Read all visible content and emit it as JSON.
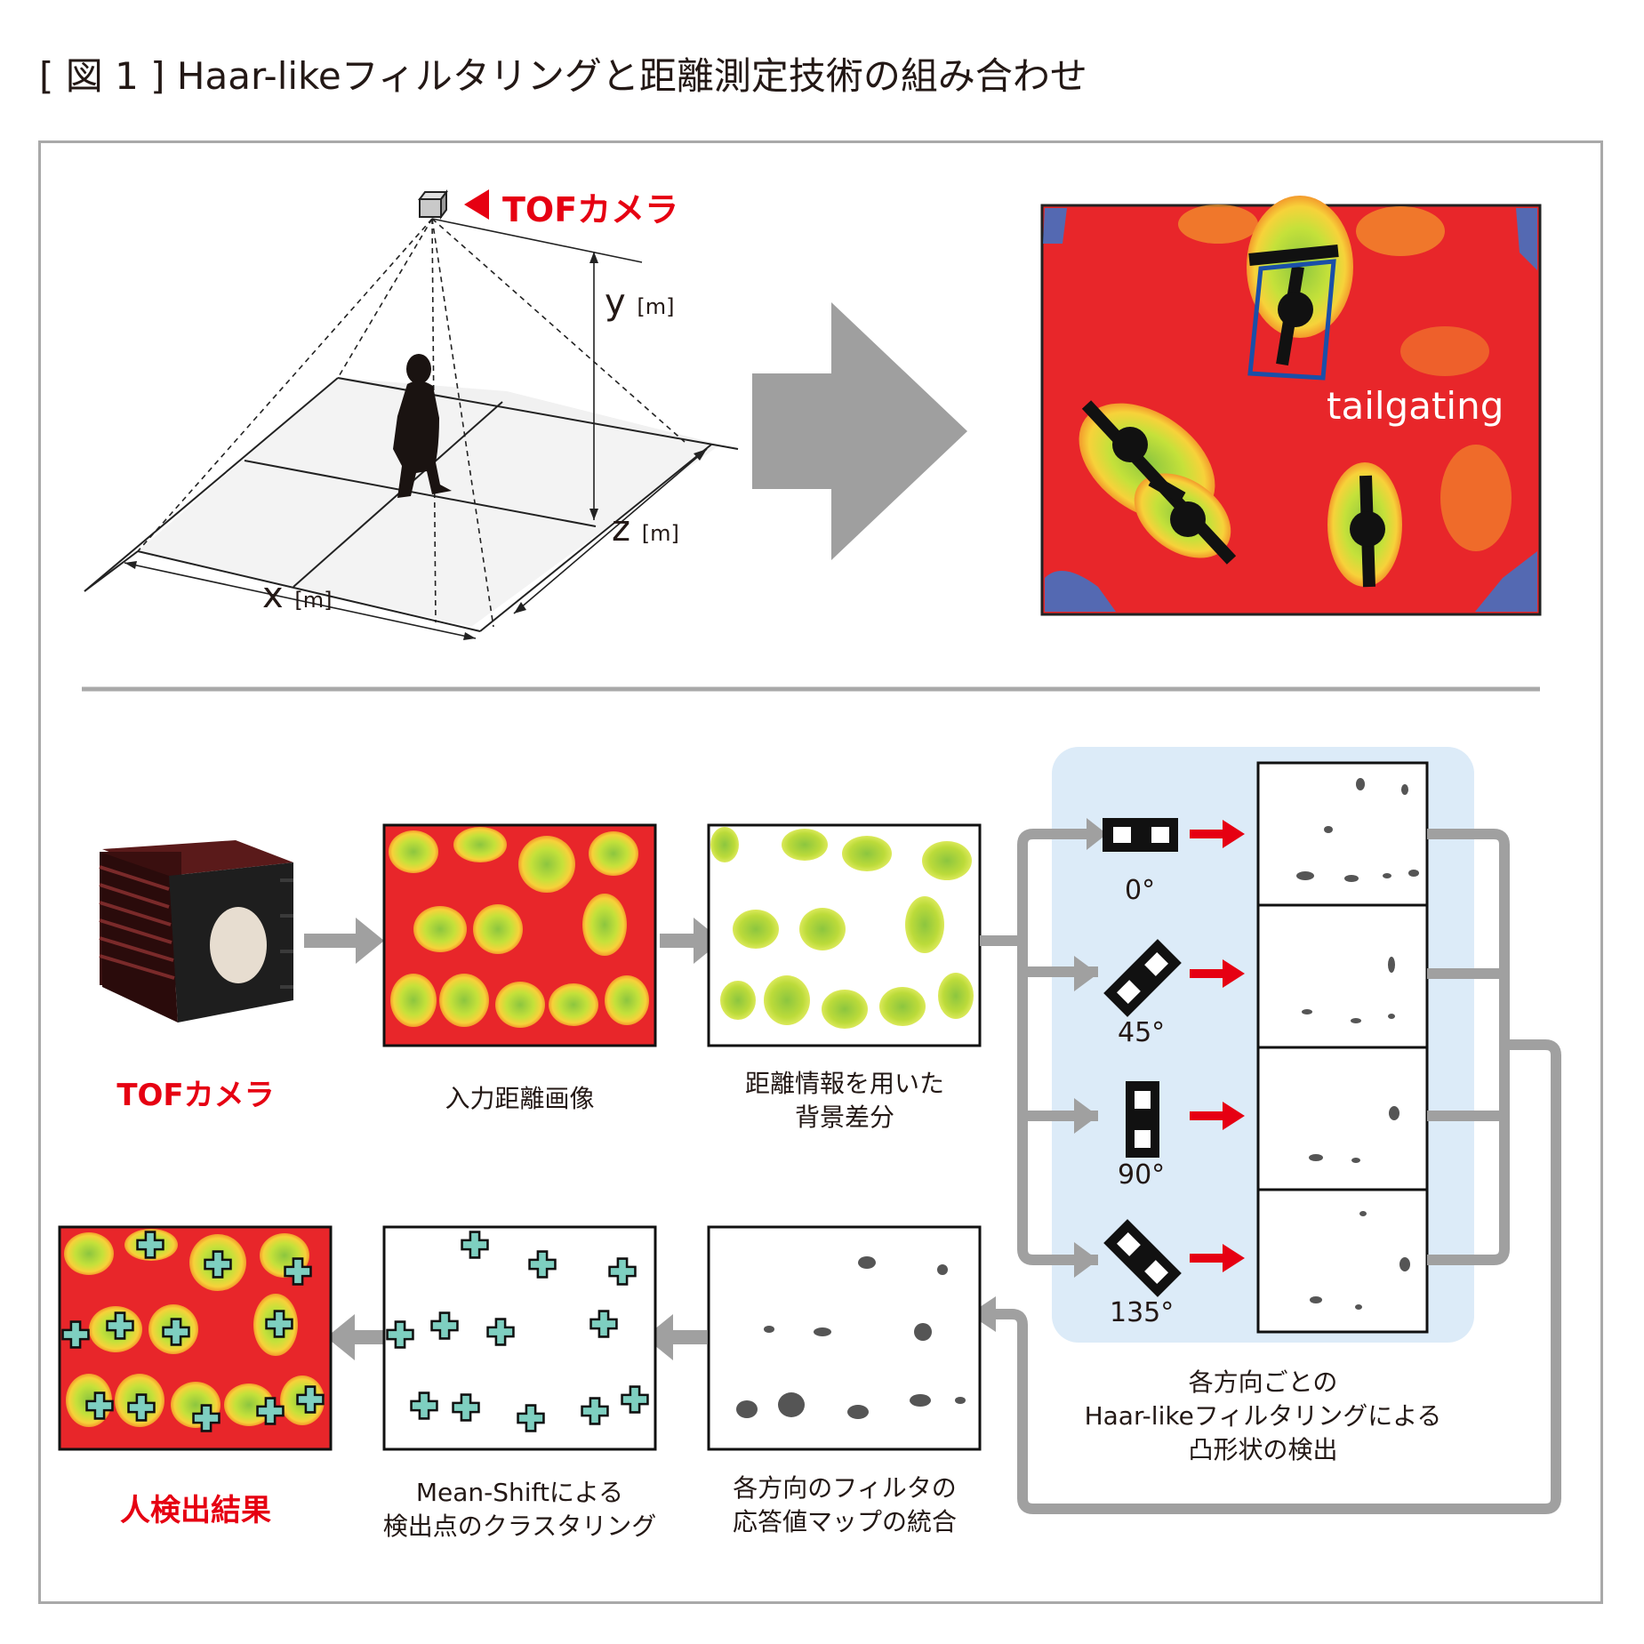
{
  "figure": {
    "title": "[ 図 1 ] Haar-likeフィルタリングと距離測定技術の組み合わせ"
  },
  "top": {
    "camera_label": "TOFカメラ",
    "axis_y": "y",
    "axis_z": "z",
    "axis_x": "x",
    "unit": "[m]",
    "tailgating": "tailgating"
  },
  "flow": {
    "tof_camera": "TOFカメラ",
    "input_depth": "入力距離画像",
    "bg_sub_line1": "距離情報を用いた",
    "bg_sub_line2": "背景差分",
    "angles": [
      "0°",
      "45°",
      "90°",
      "135°"
    ],
    "haar_line1": "各方向ごとの",
    "haar_line2": "Haar-likeフィルタリングによる",
    "haar_line3": "凸形状の検出",
    "merge_line1": "各方向のフィルタの",
    "merge_line2": "応答値マップの統合",
    "meanshift_line1": "Mean-Shiftによる",
    "meanshift_line2": "検出点のクラスタリング",
    "result": "人検出結果"
  },
  "colors": {
    "red_accent": "#e60012",
    "gray_arrow": "#9e9e9e",
    "panel_blue": "#dcebf8",
    "heat_red": "#e8262a",
    "blob_green": "#a8d23c",
    "cross_teal": "#7ecfc0"
  }
}
